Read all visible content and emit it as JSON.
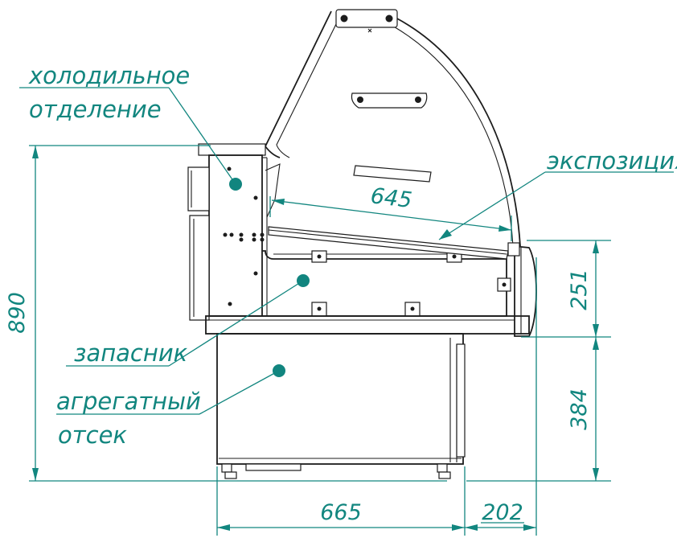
{
  "labels": {
    "cold_compartment_line1": "холодильное",
    "cold_compartment_line2": "отделение",
    "storage": "запасник",
    "unit_line1": "агрегатный",
    "unit_line2": "отсек",
    "display": "экспозиция"
  },
  "dimensions": {
    "total_height": "890",
    "display_depth": "645",
    "upper_height": "251",
    "lower_height": "384",
    "base_width": "665",
    "overhang": "202"
  },
  "colors": {
    "annotation": "#12867f",
    "outline": "#1c1c1c"
  }
}
